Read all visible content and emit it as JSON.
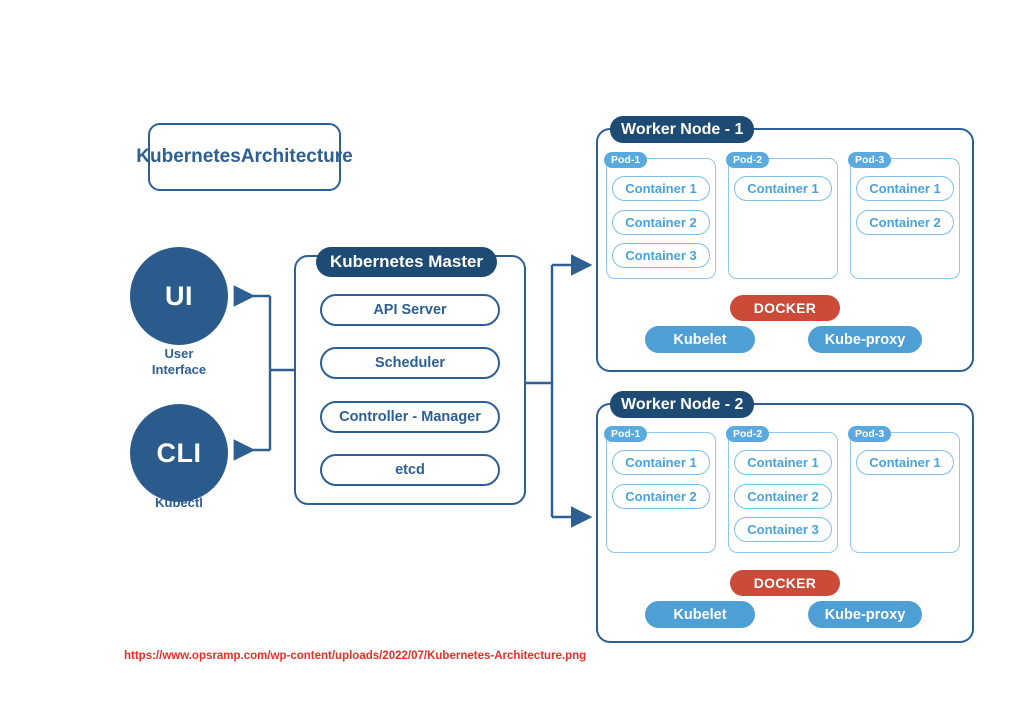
{
  "diagram": {
    "title": "Kubernetes Architecture",
    "title_lines": [
      "Kubernetes",
      "Architecture"
    ],
    "source_url": "https://www.opsramp.com/wp-content/uploads/2022/07/Kubernetes-Architecture.png",
    "colors": {
      "dark_blue": "#2a5b8c",
      "navy_badge": "#1e4b74",
      "outline_blue": "#2d5f92",
      "pod_badge_blue": "#5aaae0",
      "container_border": "#7dc0ea",
      "container_text": "#4aa3dd",
      "kube_pill_blue": "#4e9fd6",
      "docker_red": "#cc4a38",
      "url_red": "#ee2d24",
      "background": "#ffffff"
    }
  },
  "clients": [
    {
      "id": "ui",
      "label": "UI",
      "caption": "User\nInterface",
      "caption_lines": [
        "User",
        "Interface"
      ]
    },
    {
      "id": "cli",
      "label": "CLI",
      "caption": "Kubectl",
      "caption_lines": [
        "Kubectl"
      ]
    }
  ],
  "master": {
    "title": "Kubernetes Master",
    "components": [
      {
        "label": "API Server"
      },
      {
        "label": "Scheduler"
      },
      {
        "label": "Controller - Manager"
      },
      {
        "label": "etcd"
      }
    ]
  },
  "worker_nodes": [
    {
      "title": "Worker Node - 1",
      "pods": [
        {
          "label": "Pod-1",
          "containers": [
            "Container 1",
            "Container 2",
            "Container 3"
          ]
        },
        {
          "label": "Pod-2",
          "containers": [
            "Container 1"
          ]
        },
        {
          "label": "Pod-3",
          "containers": [
            "Container 1",
            "Container 2"
          ]
        }
      ],
      "runtime": "DOCKER",
      "agents": [
        "Kubelet",
        "Kube-proxy"
      ]
    },
    {
      "title": "Worker Node - 2",
      "pods": [
        {
          "label": "Pod-1",
          "containers": [
            "Container 1",
            "Container 2"
          ]
        },
        {
          "label": "Pod-2",
          "containers": [
            "Container 1",
            "Container 2",
            "Container 3"
          ]
        },
        {
          "label": "Pod-3",
          "containers": [
            "Container 1"
          ]
        }
      ],
      "runtime": "DOCKER",
      "agents": [
        "Kubelet",
        "Kube-proxy"
      ]
    }
  ]
}
